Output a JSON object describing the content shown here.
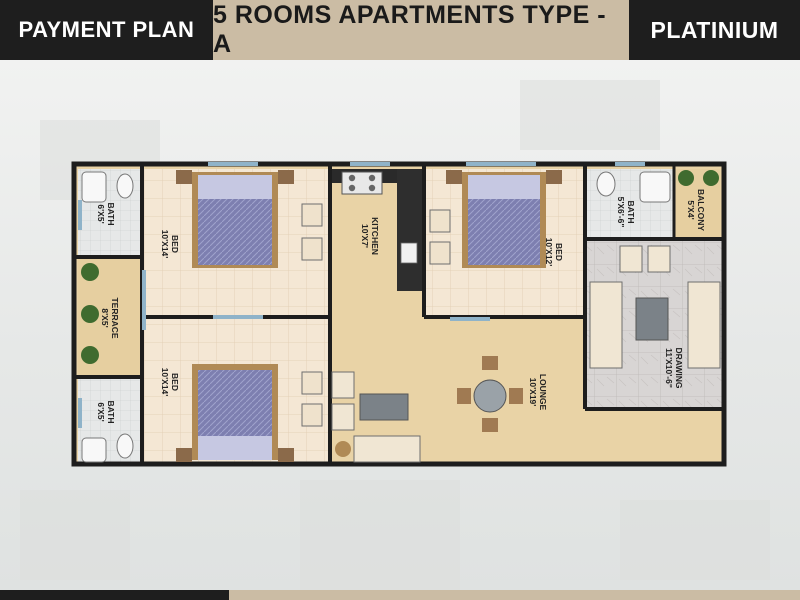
{
  "header": {
    "left_title": "PAYMENT PLAN",
    "center_title": "5 ROOMS APARTMENTS TYPE - A",
    "right_title": "PLATINIUM"
  },
  "rooms": {
    "bath_top_left": {
      "name": "BATH",
      "size": "6'X5'"
    },
    "bed_top_left": {
      "name": "BED",
      "size": "10'X14'"
    },
    "kitchen": {
      "name": "KITCHEN",
      "size": "10'X7'"
    },
    "bed_top_right": {
      "name": "BED",
      "size": "10'X12'"
    },
    "bath_top_right": {
      "name": "BATH",
      "size": "5'X6'-6\""
    },
    "balcony": {
      "name": "BALCONY",
      "size": "5'X4'"
    },
    "terrace": {
      "name": "TERRACE",
      "size": "8'X5'"
    },
    "drawing": {
      "name": "DRAWING",
      "size": "11'X10'-6\""
    },
    "lounge": {
      "name": "LOUNGE",
      "size": "10'X19'"
    },
    "bed_bottom_left": {
      "name": "BED",
      "size": "10'X14'"
    },
    "bath_bottom_left": {
      "name": "BATH",
      "size": "6'X5'"
    }
  },
  "colors": {
    "wall": "#1d1d1d",
    "tile": "#f3e6d3",
    "wood": "#e9d3a6",
    "bath_floor": "#e4e6e6",
    "drawing_floor": "#d6d4d3",
    "window": "#8fb3c9",
    "header_dark": "#1e1e1e",
    "header_tan": "#cbbca4"
  }
}
